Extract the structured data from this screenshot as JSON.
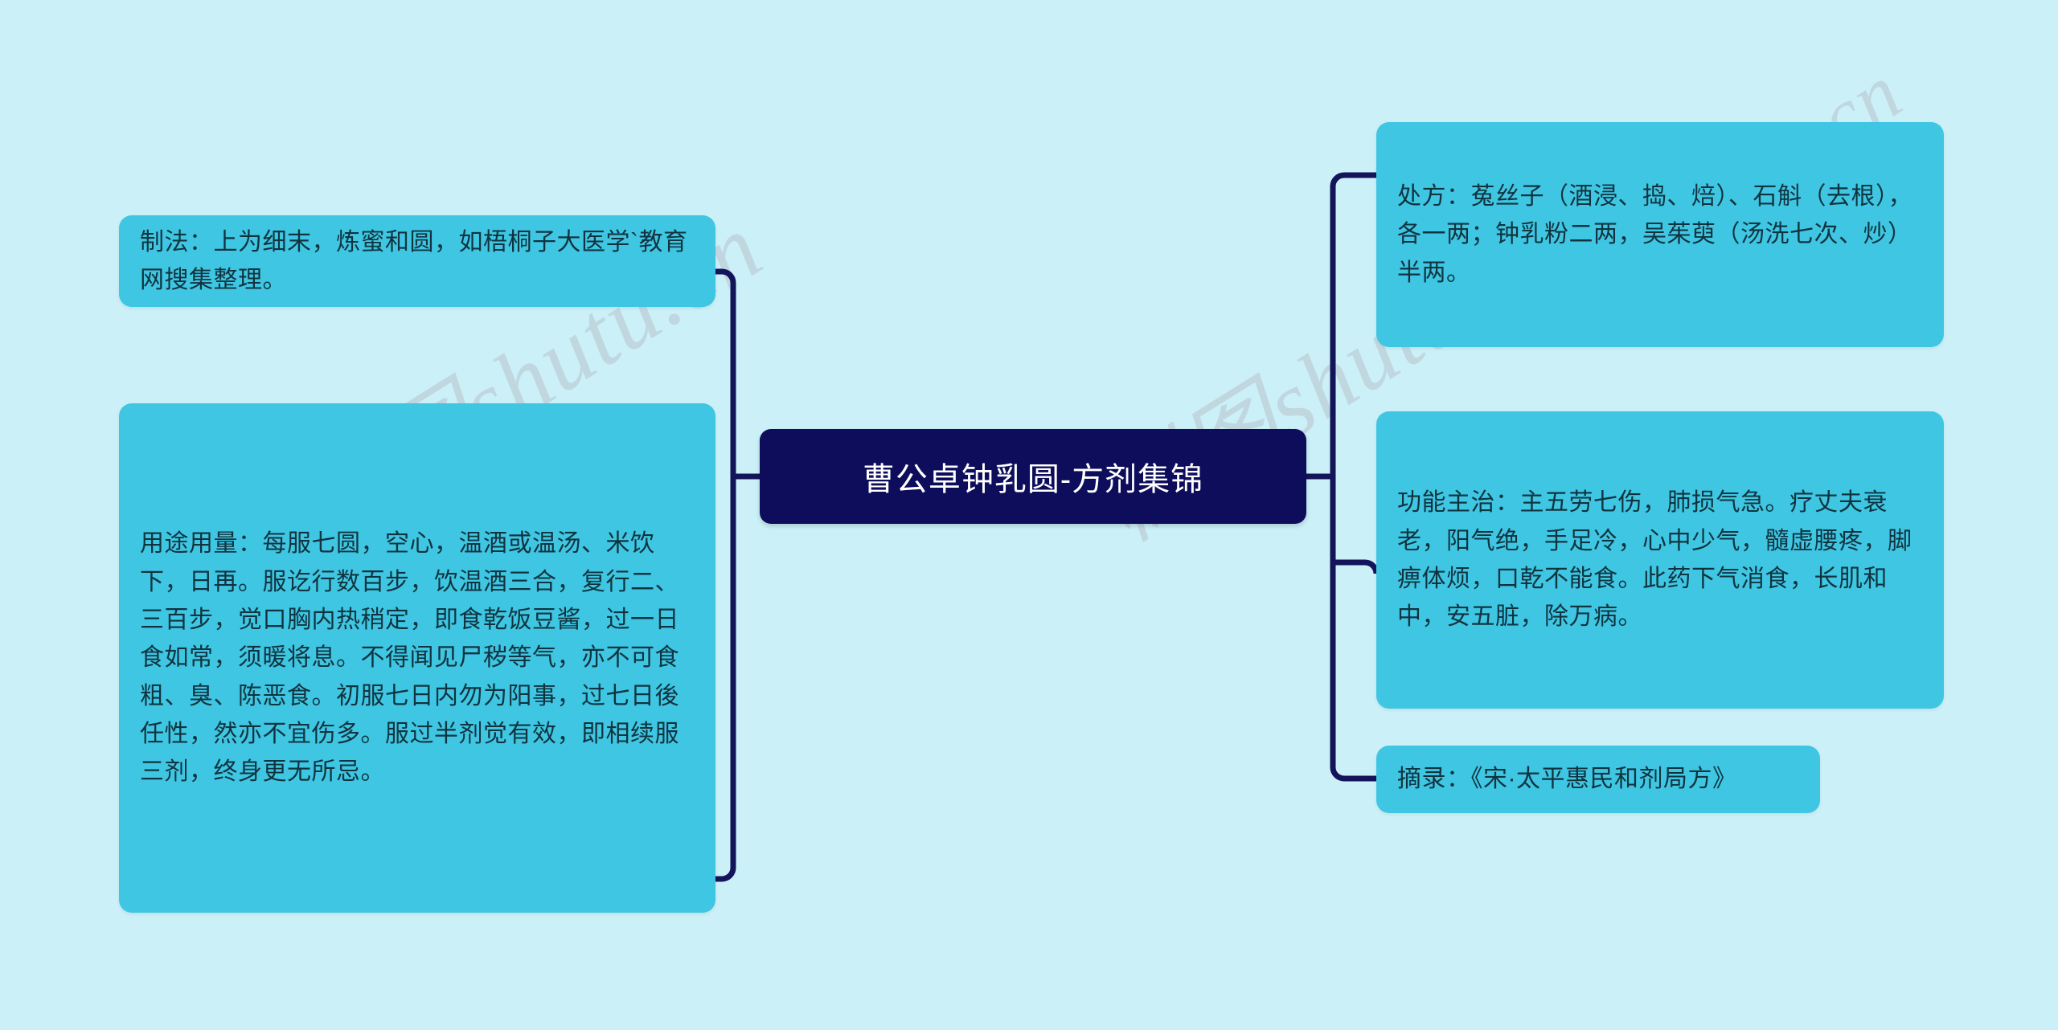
{
  "colors": {
    "background": "#cbf0f8",
    "branch_fill": "#3fc6e3",
    "branch_text": "#10343f",
    "root_fill": "#0d0d5c",
    "root_text": "#ffffff",
    "connector": "#14145a",
    "watermark": "#b9c3cb"
  },
  "watermark": {
    "text_1": "树图shutu.cn",
    "text_2": "树图shutu.cn",
    "text_3": "树图shutu.cn"
  },
  "mindmap": {
    "root": {
      "label": "曹公卓钟乳圆-方剂集锦"
    },
    "left_branches": [
      {
        "id": "zhifa",
        "label": "制法：上为细末，炼蜜和圆，如梧桐子大医学`教育网搜集整理。"
      },
      {
        "id": "yongtu-yongliang",
        "label": "用途用量：每服七圆，空心，温酒或温汤、米饮下，日再。服讫行数百步，饮温酒三合，复行二、三百步，觉口胸内热稍定，即食乾饭豆酱，过一日食如常，须暖将息。不得闻见尸秽等气，亦不可食粗、臭、陈恶食。初服七日内勿为阳事，过七日後任性，然亦不宜伤多。服过半剂觉有效，即相续服三剂，终身更无所忌。"
      }
    ],
    "right_branches": [
      {
        "id": "chufang",
        "label": "处方：菟丝子（酒浸、捣、焙）、石斛（去根），各一两；钟乳粉二两，吴茱萸（汤洗七次、炒）半两。"
      },
      {
        "id": "gongneng-zhuzhi",
        "label": "功能主治：主五劳七伤，肺损气急。疗丈夫衰老，阳气绝，手足冷，心中少气，髓虚腰疼，脚痹体烦，口乾不能食。此药下气消食，长肌和中，安五脏，除万病。"
      },
      {
        "id": "zhailu",
        "label": "摘录：《宋·太平惠民和剂局方》"
      }
    ]
  }
}
